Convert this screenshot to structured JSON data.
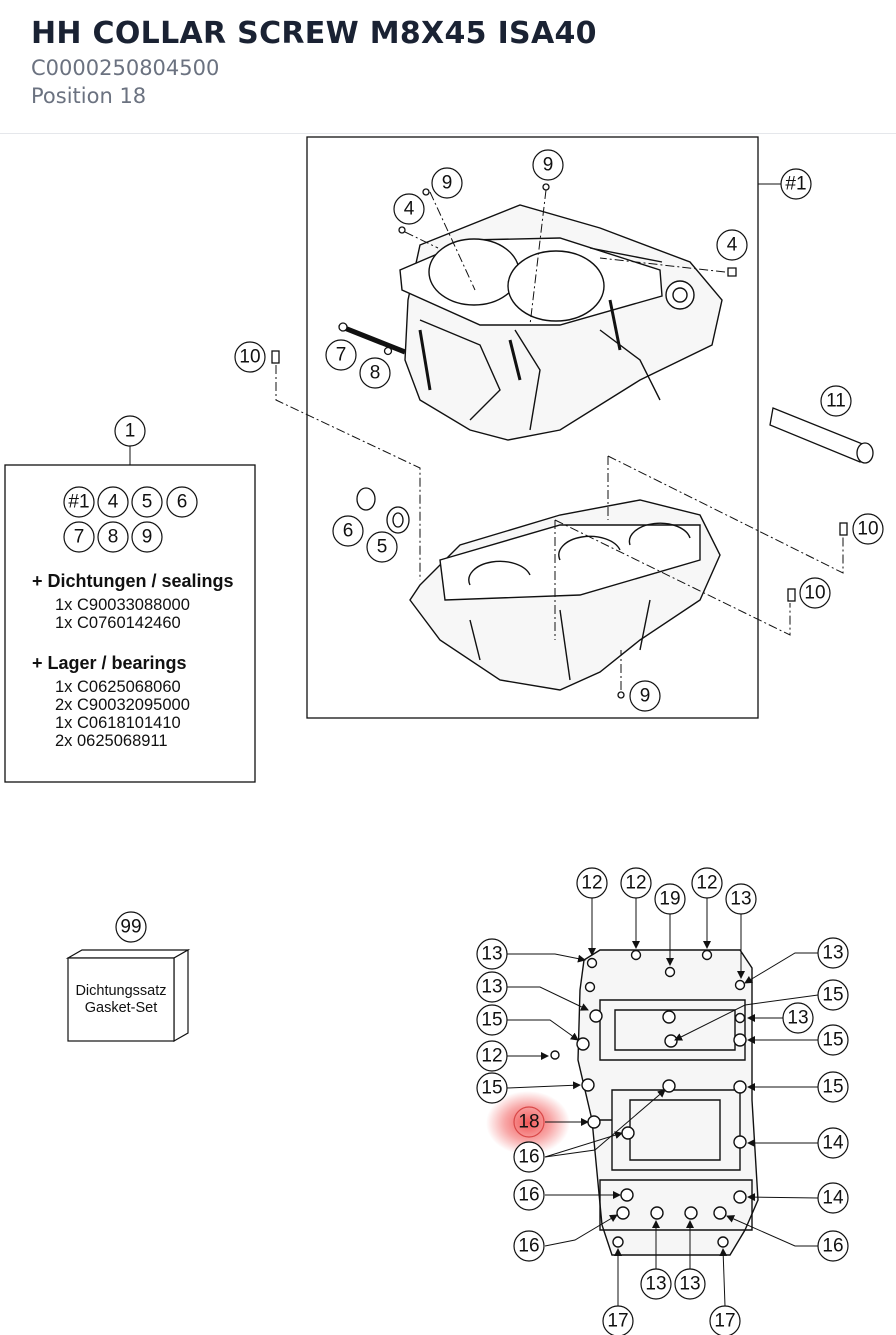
{
  "header": {
    "title": "HH COLLAR SCREW M8X45 ISA40",
    "part_number": "C0000250804500",
    "position": "Position 18"
  },
  "callouts": {
    "c9a": "9",
    "c9b": "9",
    "c1": "#1",
    "c4a": "4",
    "c4b": "4",
    "c10a": "10",
    "c7": "7",
    "c8": "8",
    "c11": "11",
    "c6": "6",
    "c5": "5",
    "c10b": "10",
    "c10c": "10",
    "c9c": "9",
    "c99": "99",
    "c12a": "12",
    "c12b": "12",
    "c19": "19",
    "c12c": "12",
    "c13t": "13",
    "c13la": "13",
    "c13ra": "13",
    "c13lb": "13",
    "c15ra": "15",
    "c13rb": "13",
    "c15la": "15",
    "c15rb": "15",
    "c12d": "12",
    "c15lb": "15",
    "c15rc": "15",
    "c18": "18",
    "c16a": "16",
    "c14a": "14",
    "c16b": "16",
    "c14b": "14",
    "c16c": "16",
    "c16d": "16",
    "c13ba": "13",
    "c13bb": "13",
    "c17a": "17",
    "c17b": "17"
  },
  "kit_box": {
    "number": "1",
    "chips_row1": [
      "#1",
      "4",
      "5",
      "6"
    ],
    "chips_row2": [
      "7",
      "8",
      "9"
    ],
    "sealings_heading": "+ Dichtungen / sealings",
    "sealings": [
      "1x C90033088000",
      "1x C0760142460"
    ],
    "bearings_heading": "+ Lager / bearings",
    "bearings": [
      "1x C0625068060",
      "2x C90032095000",
      "1x C0618101410",
      "2x 0625068911"
    ]
  },
  "gasket_set": {
    "line1": "Dichtungssatz",
    "line2": "Gasket-Set"
  },
  "colors": {
    "highlight": "#ef3b3b",
    "title": "#1a2233",
    "subtitle": "#6b7280"
  }
}
